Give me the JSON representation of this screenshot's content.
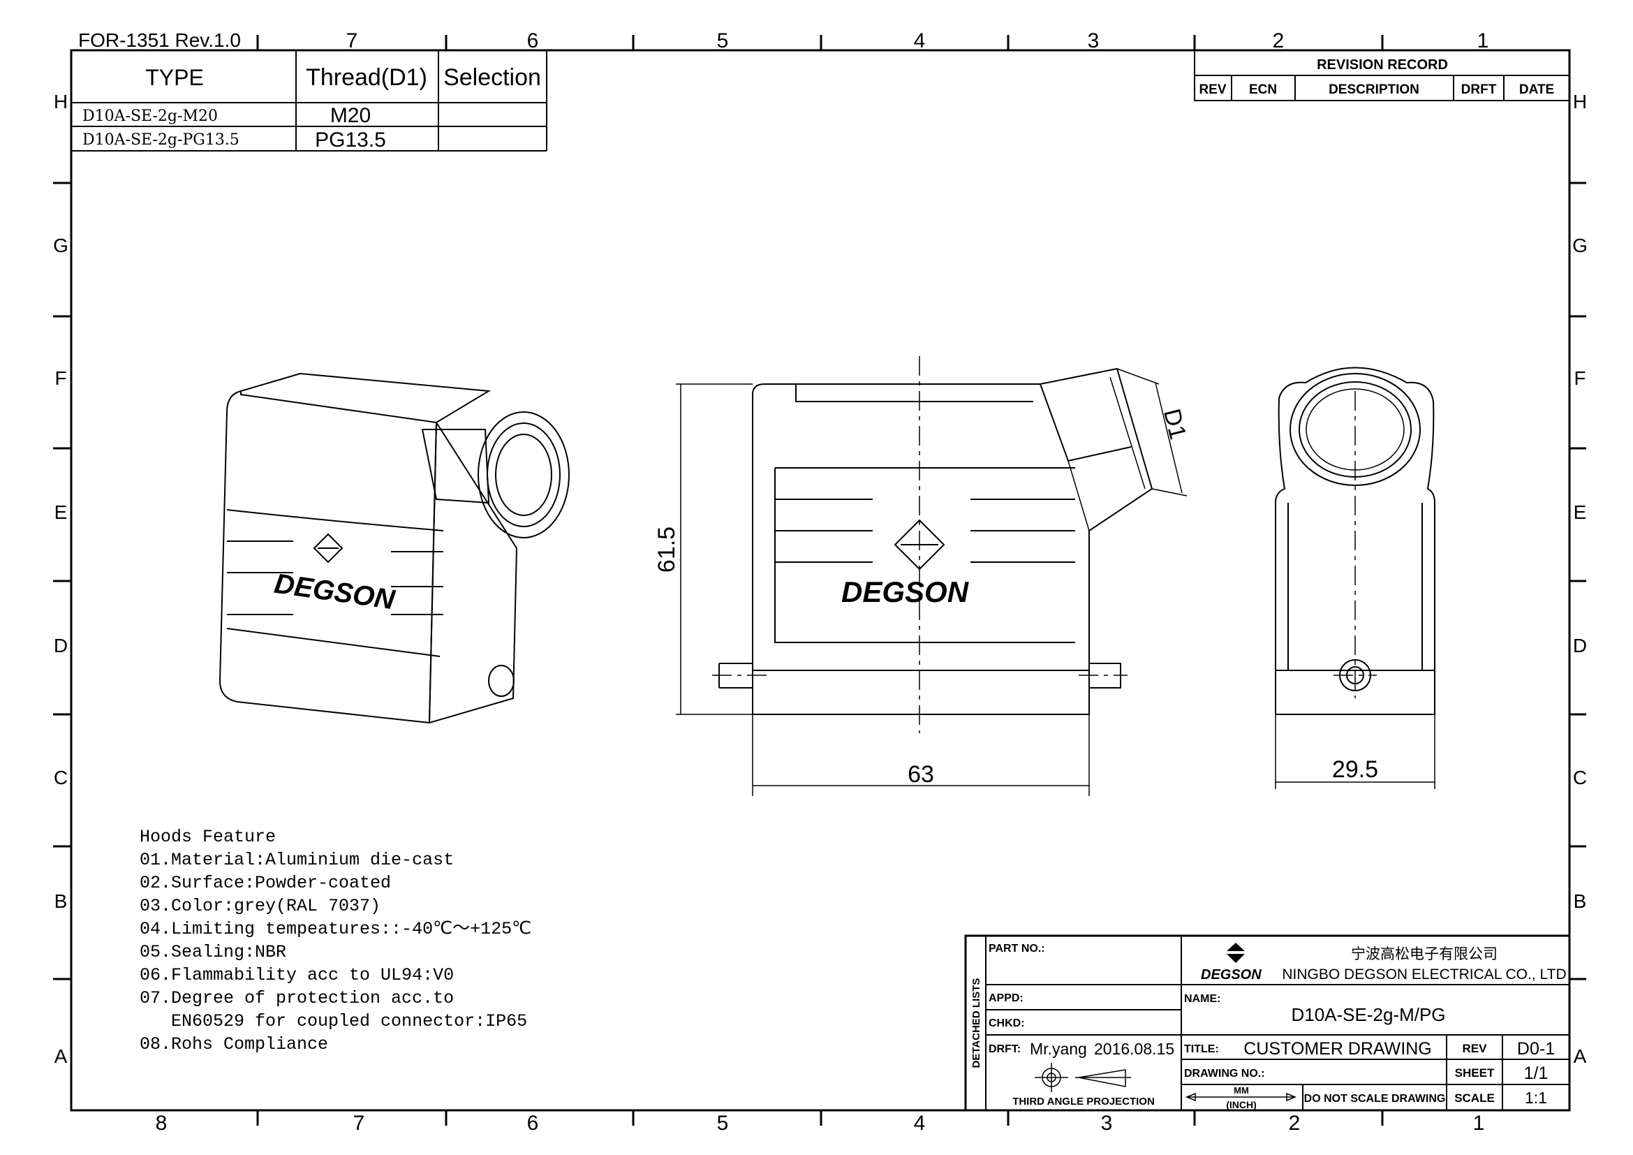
{
  "form_id": "FOR-1351  Rev.1.0",
  "zones": {
    "columns_top": [
      "7",
      "6",
      "5",
      "4",
      "3",
      "2",
      "1"
    ],
    "columns_bottom": [
      "8",
      "7",
      "6",
      "5",
      "4",
      "3",
      "2",
      "1"
    ],
    "rows": [
      "H",
      "G",
      "F",
      "E",
      "D",
      "C",
      "B",
      "A"
    ]
  },
  "type_table": {
    "headers": [
      "TYPE",
      "Thread(D1)",
      "Selection"
    ],
    "rows": [
      {
        "type": "D10A-SE-2g-M20",
        "thread": "M20",
        "selection": ""
      },
      {
        "type": "D10A-SE-2g-PG13.5",
        "thread": "PG13.5",
        "selection": ""
      }
    ]
  },
  "revision_record": {
    "title": "REVISION RECORD",
    "headers": [
      "REV",
      "ECN",
      "DESCRIPTION",
      "DRFT",
      "DATE"
    ]
  },
  "dimensions": {
    "height": "61.5",
    "width": "63",
    "depth": "29.5",
    "thread": "D1"
  },
  "logo_text": "DEGSON",
  "notes": {
    "title": "Hoods Feature",
    "items": [
      "01.Material:Aluminium die-cast",
      "02.Surface:Powder-coated",
      "03.Color:grey(RAL 7037)",
      "04.Limiting tempeatures::-40℃～+125℃",
      "05.Sealing:NBR",
      "06.Flammability acc to UL94:V0",
      "07.Degree of protection acc.to",
      "   EN60529 for coupled connector:IP65",
      "08.Rohs Compliance"
    ]
  },
  "title_block": {
    "detached_lists": "DETACHED LISTS",
    "part_no_label": "PART NO.:",
    "appd_label": "APPD:",
    "chkd_label": "CHKD:",
    "drft_label": "DRFT:",
    "drafter": "Mr.yang",
    "date": "2016.08.15",
    "projection": "THIRD ANGLE PROJECTION",
    "company_cn": "宁波高松电子有限公司",
    "company_en": "NINGBO DEGSON ELECTRICAL CO., LTD",
    "logo": "DEGSON",
    "name_label": "NAME:",
    "name": "D10A-SE-2g-M/PG",
    "title_label": "TITLE:",
    "title": "CUSTOMER DRAWING",
    "rev_label": "REV",
    "rev": "D0-1",
    "drawing_no_label": "DRAWING NO.:",
    "sheet_label": "SHEET",
    "sheet": "1/1",
    "units_top": "MM",
    "units_bottom": "(INCH)",
    "do_not_scale": "DO NOT SCALE DRAWING",
    "scale_label": "SCALE",
    "scale": "1:1"
  }
}
